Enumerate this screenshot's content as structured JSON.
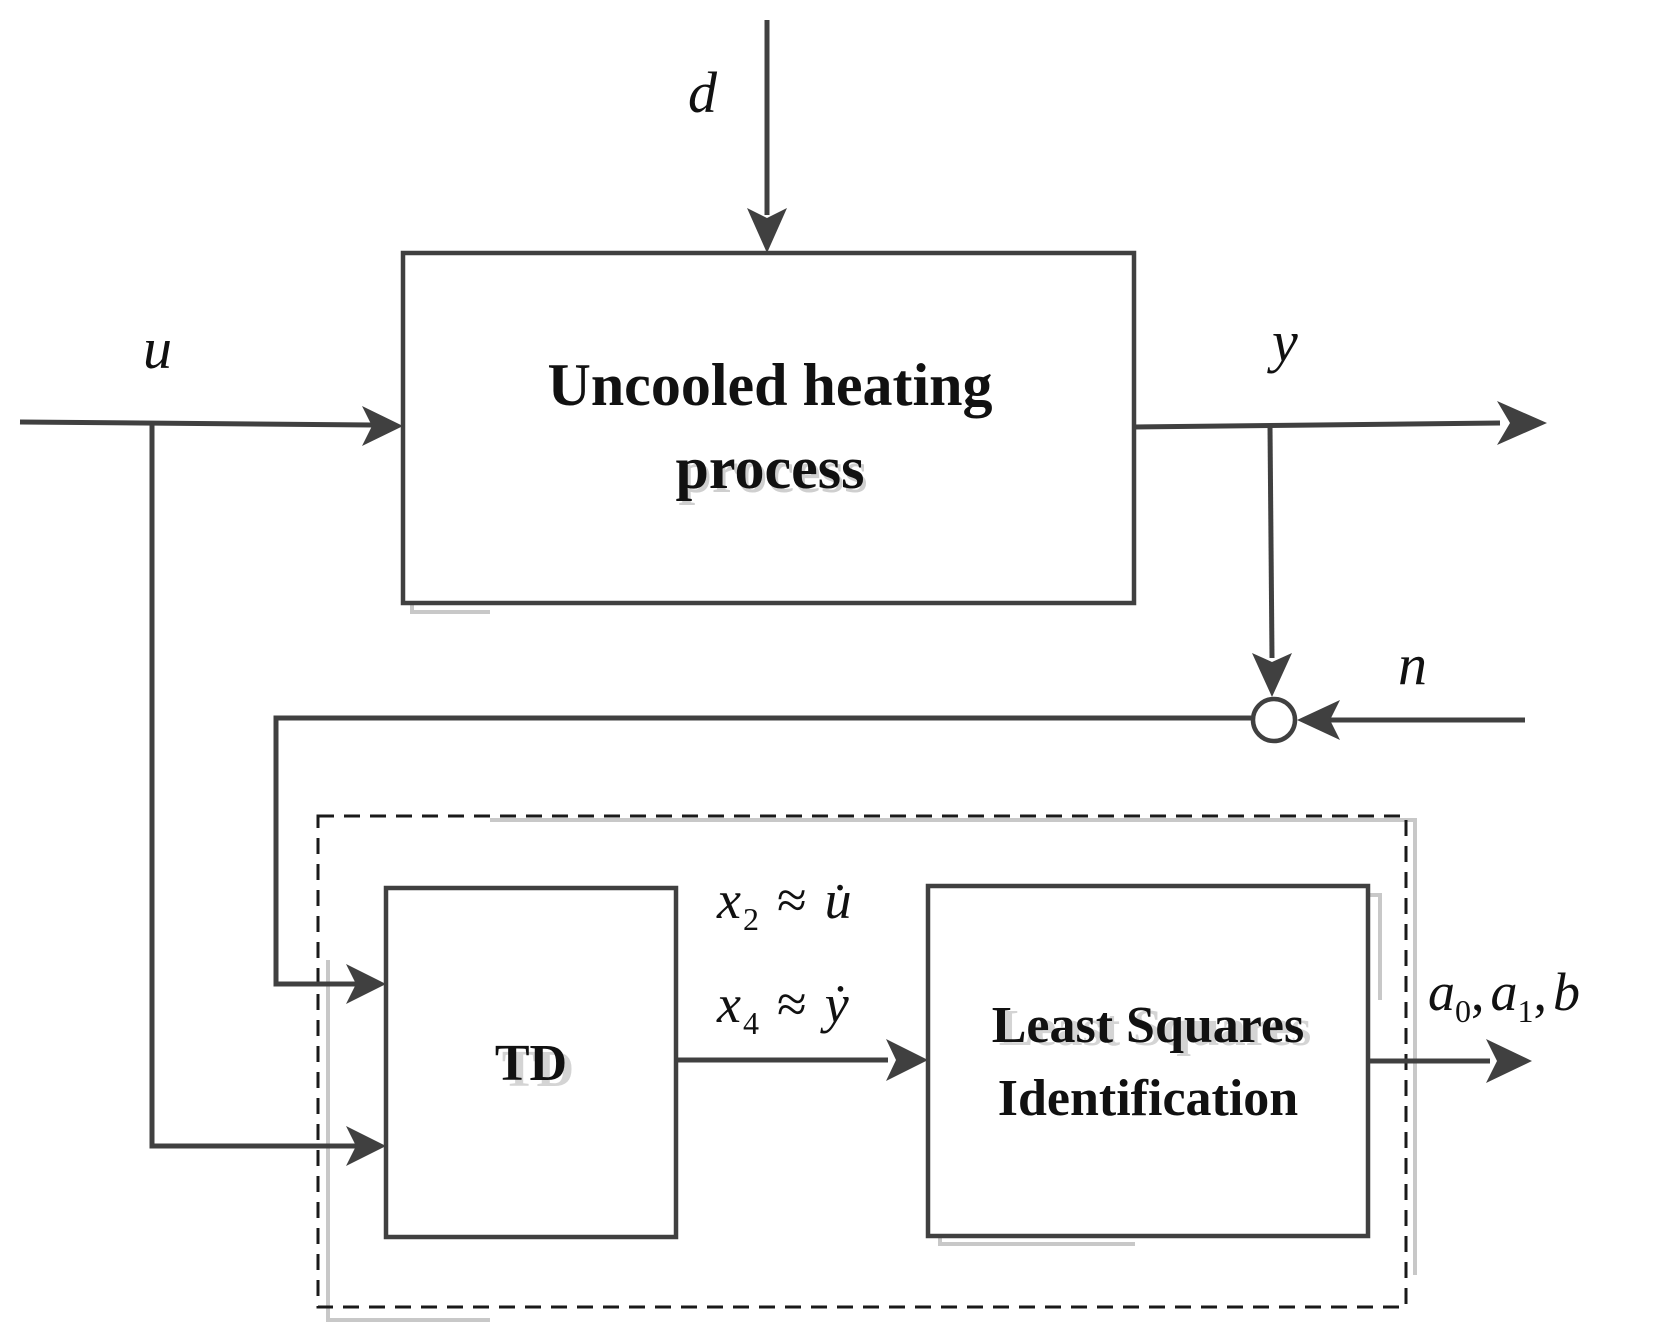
{
  "diagram": {
    "blocks": {
      "plant": {
        "line1": "Uncooled heating",
        "line2": "process"
      },
      "td": {
        "label": "TD"
      },
      "ls": {
        "line1": "Least Squares",
        "line2": "Identification"
      }
    },
    "signals": {
      "input": "u",
      "disturbance": "d",
      "output": "y",
      "noise": "n"
    },
    "td_outputs": {
      "first": {
        "var": "x",
        "sub": "2",
        "approx": "≈",
        "rhs": "u̇"
      },
      "second": {
        "var": "x",
        "sub": "4",
        "approx": "≈",
        "rhs": "ẏ"
      }
    },
    "estimates": {
      "a0": "a",
      "a0_sub": "0",
      "a1": "a",
      "a1_sub": "1",
      "sep": ",",
      "b": "b"
    }
  }
}
